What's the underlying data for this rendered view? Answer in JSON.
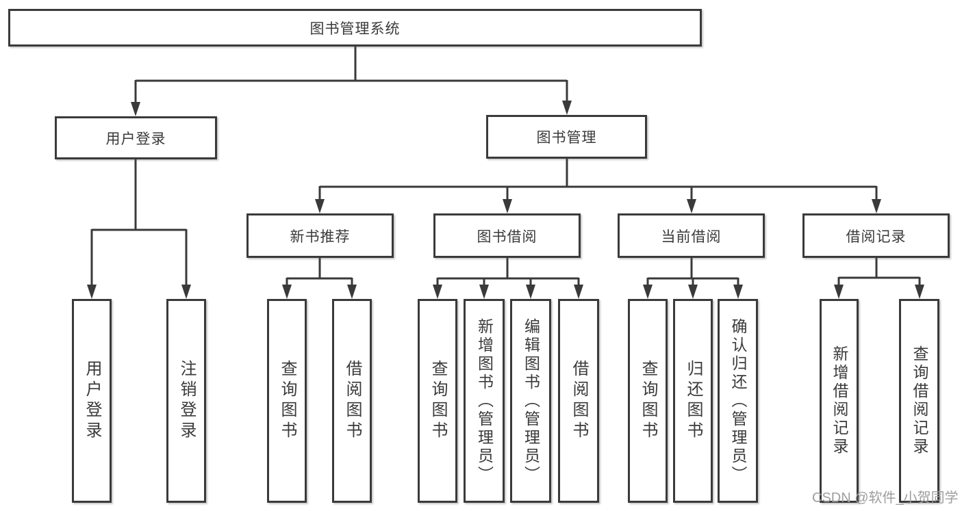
{
  "diagram": {
    "type": "tree-structure-chart",
    "title": "图书管理系统",
    "colors": {
      "line": "#3a3a3a",
      "box_border": "#3a3a3a",
      "box_fill": "#ffffff",
      "text": "#3a3a3a",
      "watermark": "#9e9e9e",
      "background": "#ffffff"
    },
    "nodes": {
      "root": "图书管理系统",
      "user_login": "用户登录",
      "book_mgmt": "图书管理",
      "new_book_rec": "新书推荐",
      "book_borrow": "图书借阅",
      "current_borrow": "当前借阅",
      "borrow_record": "借阅记录",
      "leaf_user_login": "用户登录",
      "leaf_logout": "注销登录",
      "leaf_rec_query": "查询图书",
      "leaf_rec_borrow": "借阅图书",
      "leaf_bb_query": "查询图书",
      "leaf_bb_add": "新增图书（管理员）",
      "leaf_bb_edit": "编辑图书（管理员）",
      "leaf_bb_borrow": "借阅图书",
      "leaf_cb_query": "查询图书",
      "leaf_cb_return": "归还图书",
      "leaf_cb_confirm": "确认归还（管理员）",
      "leaf_br_add": "新增借阅记录",
      "leaf_br_query": "查询借阅记录"
    },
    "hierarchy": {
      "图书管理系统": {
        "用户登录": [
          "用户登录",
          "注销登录"
        ],
        "图书管理": {
          "新书推荐": [
            "查询图书",
            "借阅图书"
          ],
          "图书借阅": [
            "查询图书",
            "新增图书（管理员）",
            "编辑图书（管理员）",
            "借阅图书"
          ],
          "当前借阅": [
            "查询图书",
            "归还图书",
            "确认归还（管理员）"
          ],
          "借阅记录": [
            "新增借阅记录",
            "查询借阅记录"
          ]
        }
      }
    },
    "watermark": "CSDN @软件_小贺同学"
  }
}
